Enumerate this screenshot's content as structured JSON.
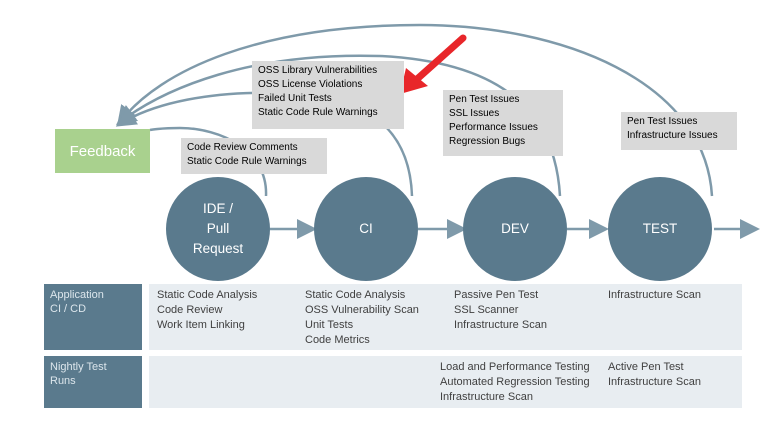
{
  "feedback_label": "Feedback",
  "issue_boxes": {
    "ci": [
      "OSS Library Vulnerabilities",
      "OSS License Violations",
      "Failed Unit Tests",
      "Static Code Rule Warnings"
    ],
    "ide": [
      "Code Review Comments",
      "Static Code Rule Warnings"
    ],
    "dev": [
      "Pen Test Issues",
      "SSL Issues",
      "Performance Issues",
      "Regression Bugs"
    ],
    "test": [
      "Pen Test Issues",
      "Infrastructure Issues"
    ]
  },
  "stages": {
    "ide": [
      "IDE /",
      "Pull",
      "Request"
    ],
    "ci": [
      "CI"
    ],
    "dev": [
      "DEV"
    ],
    "test": [
      "TEST"
    ]
  },
  "rows": {
    "app": {
      "label": [
        "Application",
        "CI / CD"
      ],
      "ide": [
        "Static Code Analysis",
        "Code Review",
        "Work Item Linking"
      ],
      "ci": [
        "Static Code Analysis",
        "OSS Vulnerability Scan",
        "Unit Tests",
        "Code Metrics"
      ],
      "dev": [
        "Passive Pen Test",
        "SSL Scanner",
        "Infrastructure Scan"
      ],
      "test": [
        "Infrastructure Scan"
      ]
    },
    "nightly": {
      "label": [
        "Nightly Test",
        "Runs"
      ],
      "dev": [
        "Load and Performance Testing",
        "Automated Regression Testing",
        "Infrastructure Scan"
      ],
      "test": [
        "Active Pen Test",
        "Infrastructure Scan"
      ]
    }
  },
  "colors": {
    "stage": "#5a7a8d",
    "feedback": "#a9d18e",
    "issue_box": "#d9d9d9",
    "row_bg": "#e8edf1",
    "highlight_arrow": "#e8262a"
  }
}
